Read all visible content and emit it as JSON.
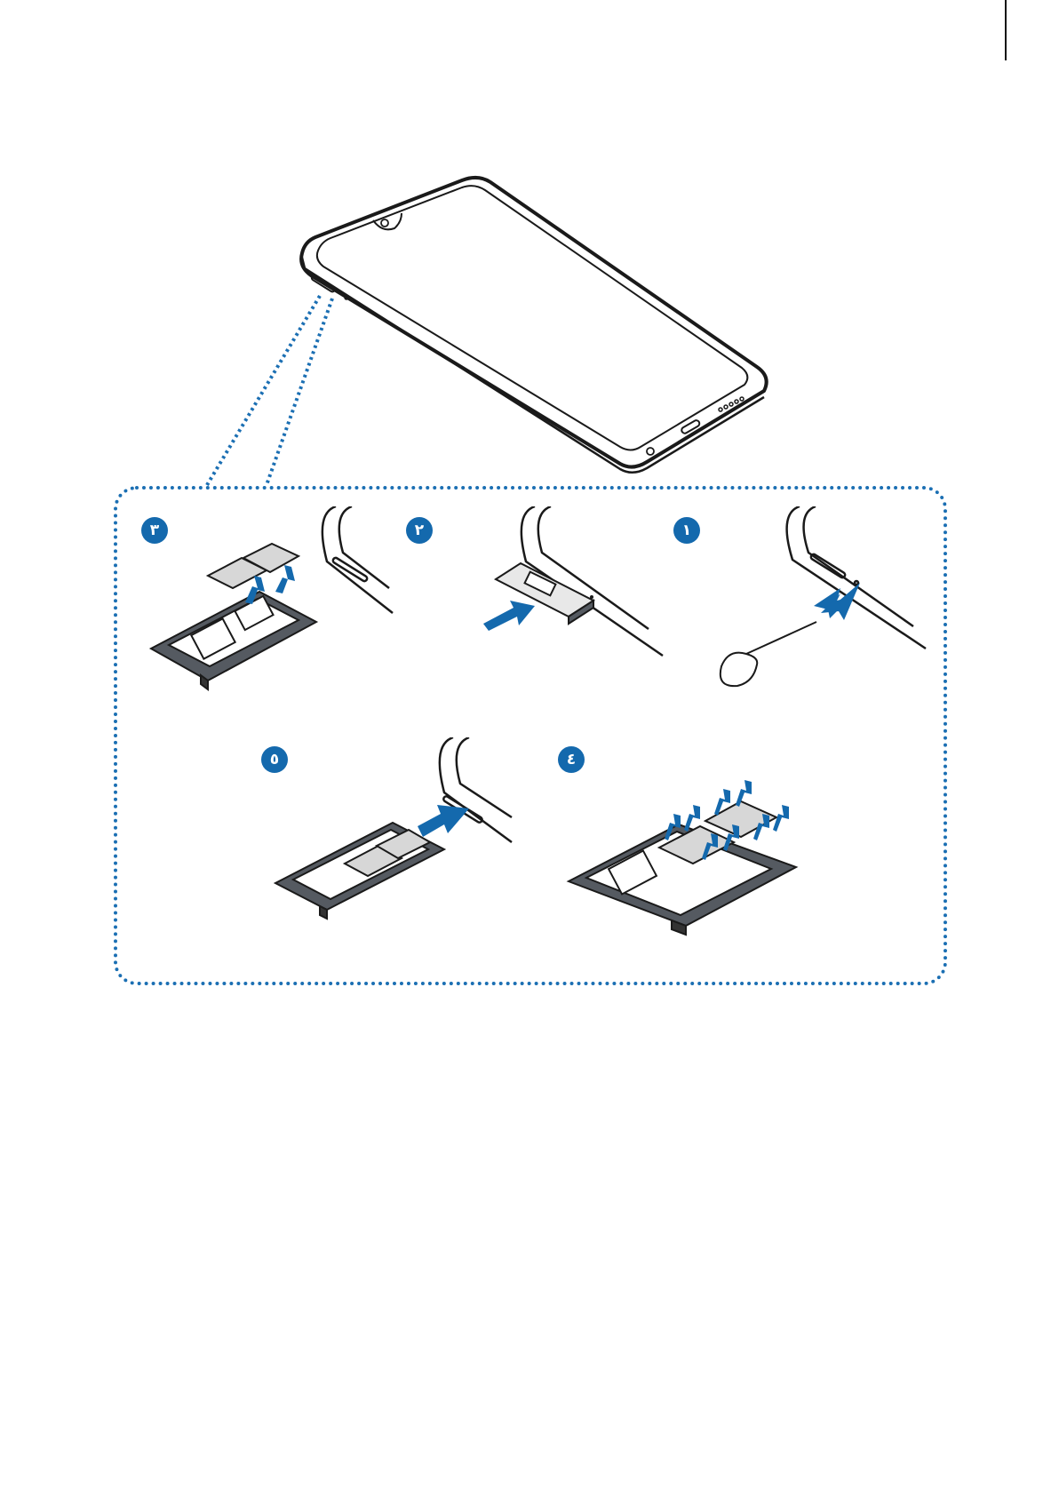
{
  "steps": [
    {
      "label": "١",
      "number": 1
    },
    {
      "label": "٢",
      "number": 2
    },
    {
      "label": "٣",
      "number": 3
    },
    {
      "label": "٤",
      "number": 4
    },
    {
      "label": "٥",
      "number": 5
    }
  ],
  "colors": {
    "accent": "#1469ad",
    "callout_border": "#1b6fb3",
    "outline": "#1a1a1a",
    "tray": "#555a61",
    "card": "#d7d7d7"
  }
}
